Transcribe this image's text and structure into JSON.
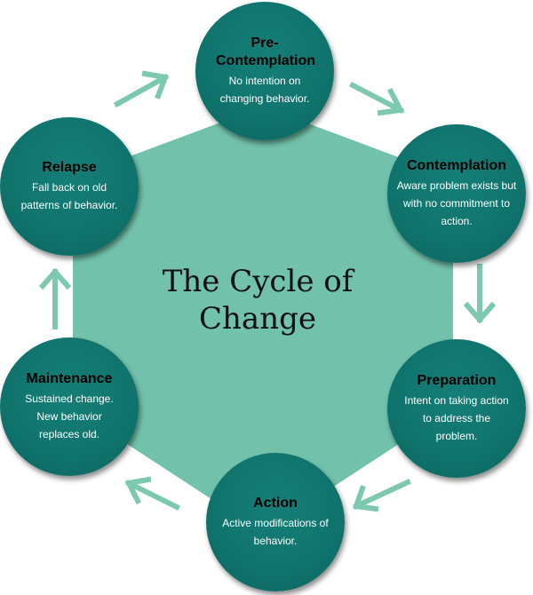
{
  "center_title": "The Cycle of Change",
  "colors": {
    "hexagon": "#72c2ab",
    "node": "#117a72",
    "arrow": "#7cc8b1"
  },
  "stages": [
    {
      "title": "Pre-Contemplation",
      "description": "No intention on changing behavior."
    },
    {
      "title": "Contemplation",
      "description": "Aware problem exists but with no commitment to action."
    },
    {
      "title": "Preparation",
      "description": "Intent on taking action to address the problem."
    },
    {
      "title": "Action",
      "description": "Active modifications of behavior."
    },
    {
      "title": "Maintenance",
      "description": "Sustained change. New behavior replaces old."
    },
    {
      "title": "Relapse",
      "description": "Fall back on old patterns of behavior."
    }
  ]
}
